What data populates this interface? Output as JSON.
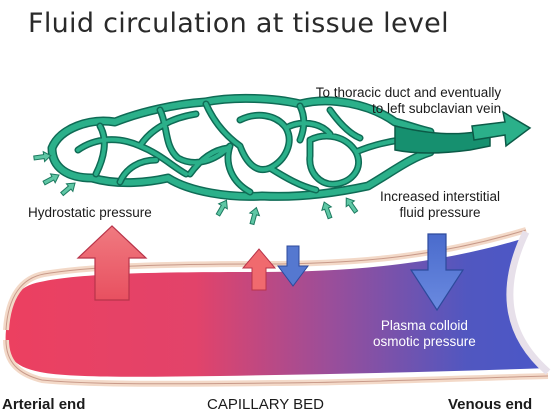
{
  "title": "Fluid circulation at tissue level",
  "labels": {
    "lymph_destination_line1": "To thoracic duct and eventually",
    "lymph_destination_line2": "to left subclavian vein",
    "hydrostatic_pressure": "Hydrostatic pressure",
    "interstitial_line1": "Increased interstitial",
    "interstitial_line2": "fluid pressure",
    "plasma_line1": "Plasma colloid",
    "plasma_line2": "osmotic pressure",
    "arterial_end": "Arterial end",
    "capillary_bed": "CAPILLARY BED",
    "venous_end": "Venous end"
  },
  "colors": {
    "lymphatic": "#1a9e7a",
    "lymphatic_dark": "#0f6b55",
    "arterial": "#e8435b",
    "venous": "#4d55c4",
    "pressure_arrow_red": "#f06a6e",
    "pressure_arrow_blue": "#5578d0"
  }
}
